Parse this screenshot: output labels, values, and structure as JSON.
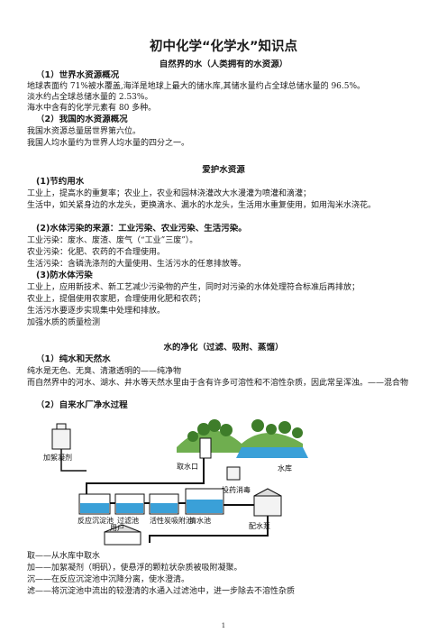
{
  "title": "初中化学“化学水”知识点",
  "s1": {
    "heading": "自然界的水（人类拥有的水资源）",
    "p1_title": "（1）世界水资源概况",
    "p1_lines": [
      "地球表面约 71%被水覆盖,海洋是地球上最大的储水库,其储水量约占全球总储水量的 96.5%。",
      "淡水约占全球总储水量的 2.53%。",
      "海水中含有的化学元素有 80 多种。"
    ],
    "p2_title": "（2）我国的水资源概况",
    "p2_lines": [
      "我国水资源总量居世界第六位。",
      "我国人均水量约为世界人均水量的四分之一。"
    ]
  },
  "s2": {
    "heading": "爱护水资源",
    "a_title": "(1)节约用水",
    "a_lines": [
      "工业上，提高水的重复率；农业上，农业和园林浇灌改大水漫灌为喷灌和滴灌；",
      "生活中，如关紧身边的水龙头，更换滴水、漏水的水龙头，生活用水重复使用，如用淘米水浇花。"
    ],
    "b_title": "(2)水体污染的来源：工业污染、农业污染、生活污染。",
    "b_lines": [
      "工业污染：废水、废渣、废气（“工业”三废”）。",
      "农业污染：化肥、农药的不合理使用。",
      "生活污染：含磷洗涤剂的大量使用、生活污水的任意排放等。"
    ],
    "c_title": "(3)防水体污染",
    "c_lines": [
      "工业上，应用新技术、新工艺减少污染物的产生，同时对污染的水体处理符合标准后再排放；",
      "农业上，提倡使用农家肥，合理使用化肥和农药；",
      "生活污水要逐步实现集中处理和排放。",
      "加强水质的质量检测"
    ]
  },
  "s3": {
    "heading": "水的净化（过滤、吸附、蒸馏）",
    "a_title": "（1）纯水和天然水",
    "a_lines": [
      "纯水是无色、无臭、清澈透明的——纯净物",
      "而自然界中的河水、湖水、井水等天然水里由于含有许多可溶性和不溶性杂质，因此常呈浑浊。——混合物"
    ],
    "b_title": "（2）自来水厂净水过程",
    "after_lines": [
      "取——从水库中取水",
      "加——加絮凝剂（明矾），使悬浮的颗粒状杂质被吸附凝聚。",
      "沉——在反应沉淀池中沉降分离，使水澄清。",
      "滤——将沉淀池中流出的较澄清的水通入过滤池中，进一步除去不溶性杂质"
    ]
  },
  "diagram": {
    "labels": {
      "coagulant": "加絮凝剂",
      "intake": "取水口",
      "reservoir": "水库",
      "disinfect": "投药消毒",
      "sediment": "反应沉淀池",
      "filter": "过滤池",
      "carbon": "活性炭吸附池",
      "clearwater": "清水池",
      "pump": "配水泵",
      "user": "用户"
    },
    "colors": {
      "water": "#3aa0d8",
      "tree": "#5a9a3a",
      "hill": "#6fae4f",
      "pipe": "#1a1a1a"
    }
  },
  "page_number": "1"
}
